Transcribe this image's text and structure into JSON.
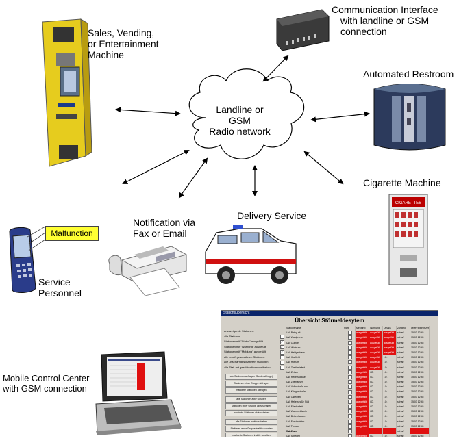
{
  "nodes": {
    "vending": {
      "line1": "Sales, Vending,",
      "line2": "or Entertainment",
      "line3": "Machine"
    },
    "comm": {
      "line1": "Communication Interface",
      "line2": "with landline or GSM",
      "line3": "connection"
    },
    "restroom": {
      "label": "Automated Restroom"
    },
    "cigarette": {
      "label": "Cigarette Machine",
      "sign": "CIGARETTES"
    },
    "cloud": {
      "line1": "Landline or",
      "line2": "GSM",
      "line3": "Radio network"
    },
    "delivery": {
      "label": "Delivery Service"
    },
    "fax": {
      "line1": "Notification via",
      "line2": "Fax or Email"
    },
    "phone": {
      "line1": "Service",
      "line2": "Personnel",
      "popup": "Malfunction"
    },
    "mobile": {
      "line1": "Mobile Control Center",
      "line2": "with GSM connection"
    }
  },
  "control_window": {
    "title": "Stationsübersicht",
    "heading": "Übersicht Störmeldesytem",
    "options": [
      "anzuzeigende Stationen:",
      "alle Stationen",
      "Stationen mit \"Status\" ausgefüllt",
      "Stationen mit \"Warnung\" ausgefüllt",
      "Stationen mit \"Meldung\" ausgefüllt",
      "alle orhaft geschalteten Stationen",
      "alle unscharf geschalteten Stationen",
      "alle Stat. mit gestörter Kommunikation"
    ],
    "option_checked": [
      false,
      false,
      true,
      true,
      true,
      false,
      false,
      false
    ],
    "buttons": [
      "alle Stationen abfragen (Sonderabfrage)",
      "Stationen einer Gruppe abfragen",
      "markierte Stationen abfragen",
      "alle Stationen aktiv schalten",
      "Stationen einer Gruppe aktiv schalten",
      "markierte Stationen aktiv schalten",
      "alle Stationen inaktiv schalten",
      "Stationen einer Gruppe inaktiv schalten",
      "markierte Stationen inaktiv schalten"
    ],
    "columns": [
      "Stationsname",
      "mark",
      "Meldung",
      "Warnung",
      "Details",
      "Zustand",
      "Übertragungszeit"
    ],
    "rows": [
      {
        "name": "UW Bethy alt",
        "m": "ausgefüllt",
        "w": "ausgefüllt",
        "d": "ausgefüllt",
        "z": "scharf",
        "t": "15:03  12:45"
      },
      {
        "name": "UW Waldpriesz",
        "m": "ausgefüllt",
        "w": "ausgefüllt",
        "d": "ausgefüllt",
        "z": "scharf",
        "t": "15:03  12:45"
      },
      {
        "name": "UW Quinke",
        "m": "ausgefüllt",
        "w": "ausgefüllt",
        "d": "ausgefüllt",
        "z": "scharf",
        "t": "15:03  12:45"
      },
      {
        "name": "UW Wickrum",
        "m": "ausgefüllt",
        "w": "ausgefüllt",
        "d": "ausgefüllt",
        "z": "scharf",
        "t": "15:03  12:45"
      },
      {
        "name": "UW Heiligenhaus",
        "m": "ausgefüllt",
        "w": "ausgefüllt",
        "d": "ausgefüllt",
        "z": "scharf",
        "t": "15:03  12:45"
      },
      {
        "name": "UW Kraftfeld",
        "m": "ausgefüllt",
        "w": "ausgefüllt",
        "d": "i.O.",
        "z": "scharf",
        "t": "15:03  12:45"
      },
      {
        "name": "UW Hofhafft",
        "m": "ausgefüllt",
        "w": "ausgefüllt",
        "d": "i.O.",
        "z": "scharf",
        "t": "15:03  12:45"
      },
      {
        "name": "UW Zweikreisfeld",
        "m": "ausgefüllt",
        "w": "ausgefüllt",
        "d": "i.O.",
        "z": "scharf",
        "t": "15:03  12:45"
      },
      {
        "name": "UW Zeitzer",
        "m": "ausgefüllt",
        "w": "i.O.",
        "d": "i.O.",
        "z": "scharf",
        "t": "15:03  12:45"
      },
      {
        "name": "UW Reitersstraße",
        "m": "ausgefüllt",
        "w": "i.O.",
        "d": "i.O.",
        "z": "scharf",
        "t": "15:03  12:45"
      },
      {
        "name": "UW Zwirbausen",
        "m": "ausgefüllt",
        "w": "i.O.",
        "d": "i.O.",
        "z": "scharf",
        "t": "15:03  12:45"
      },
      {
        "name": "UW Volksstraße neu",
        "m": "ausgefüllt",
        "w": "i.O.",
        "d": "i.O.",
        "z": "scharf",
        "t": "15:03  12:45"
      },
      {
        "name": "UW Kriegerstraße",
        "m": "ausgefüllt",
        "w": "i.O.",
        "d": "i.O.",
        "z": "scharf",
        "t": "15:03  12:45"
      },
      {
        "name": "UW Ostelberg",
        "m": "ausgefüllt",
        "w": "i.O.",
        "d": "i.O.",
        "z": "scharf",
        "t": "15:03  12:45"
      },
      {
        "name": "UW Hellerstraße Süd",
        "m": "ausgefüllt",
        "w": "i.O.",
        "d": "i.O.",
        "z": "scharf",
        "t": "15:03  12:45"
      },
      {
        "name": "UW Friedenfeld",
        "m": "ausgefüllt",
        "w": "i.O.",
        "d": "i.O.",
        "z": "scharf",
        "t": "15:03  12:45"
      },
      {
        "name": "UW Warnmeldstein",
        "m": "ausgefüllt",
        "w": "i.O.",
        "d": "i.O.",
        "z": "scharf",
        "t": "15:03  12:45"
      },
      {
        "name": "UW Bettenhausen",
        "m": "ausgefüllt",
        "w": "i.O.",
        "d": "i.O.",
        "z": "scharf",
        "t": "15:03  12:45"
      },
      {
        "name": "UW Forstmeister",
        "m": "ausgefüllt",
        "w": "i.O.",
        "d": "i.O.",
        "z": "scharf",
        "t": "15:03  12:45"
      },
      {
        "name": "UW Turnau",
        "m": "ausgefüllt",
        "w": "i.O.",
        "d": "i.O.",
        "z": "scharf",
        "t": "15:03  12:45"
      },
      {
        "name": "UW Plane",
        "m": "ausgefüllt",
        "w": "i.O.",
        "d": "i.O.",
        "z": "scharf",
        "t": "15:03  12:45"
      },
      {
        "name": "UW Spreuen",
        "m": "ausgefüllt",
        "w": "i.O.",
        "d": "i.O.",
        "z": "scharf",
        "t": "15:03  12:45"
      }
    ],
    "footer": {
      "label": "Summe:",
      "m": "",
      "w": "",
      "d": "",
      "t": ""
    }
  }
}
